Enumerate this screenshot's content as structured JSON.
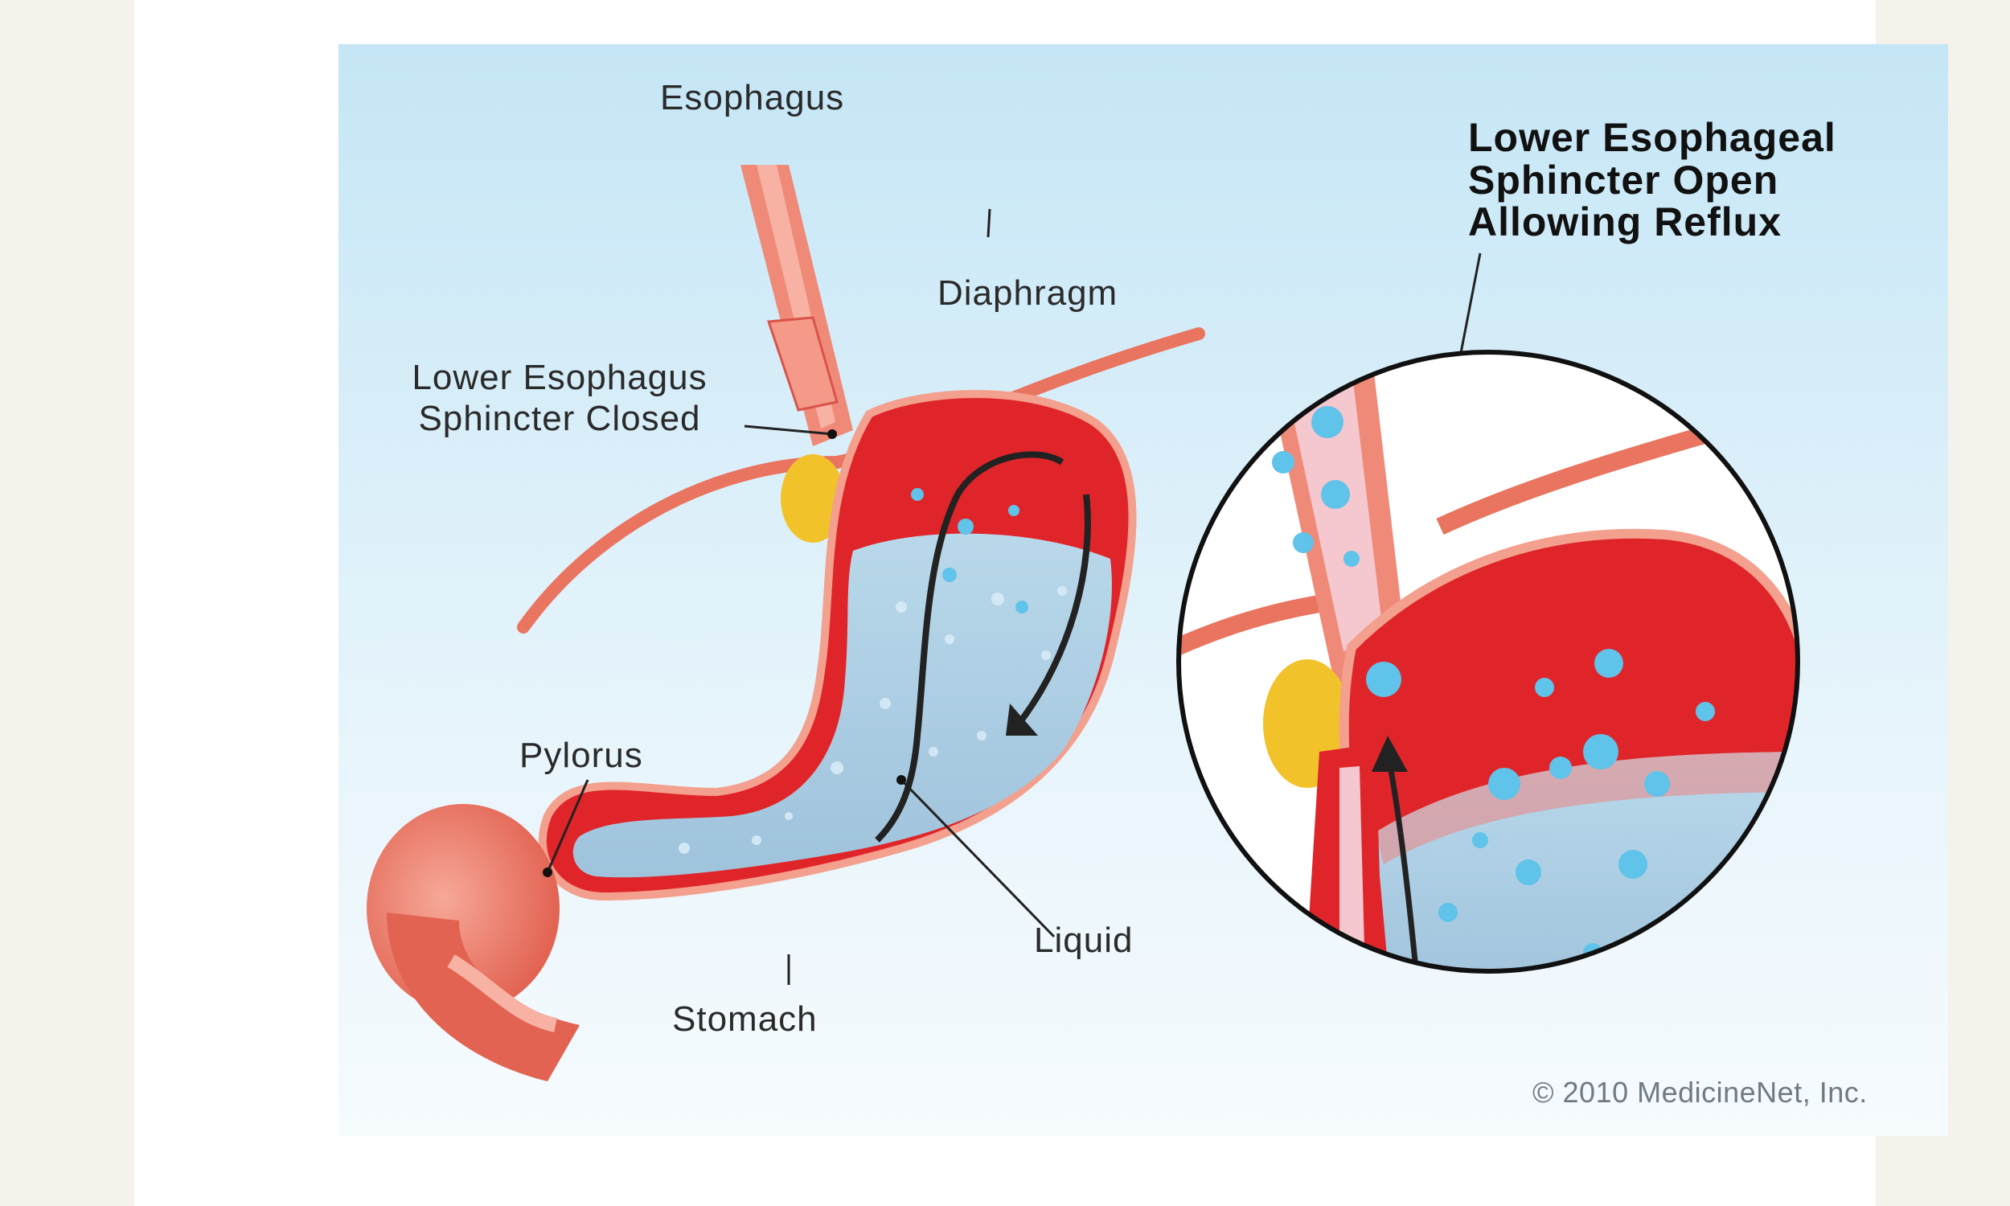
{
  "diagram": {
    "labels": {
      "esophagus": "Esophagus",
      "diaphragm": "Diaphragm",
      "les_closed_line1": "Lower Esophagus",
      "les_closed_line2": "Sphincter Closed",
      "pylorus": "Pylorus",
      "liquid": "Liquid",
      "stomach": "Stomach",
      "les_open_line1": "Lower Esophageal",
      "les_open_line2": "Sphincter Open",
      "les_open_line3": "Allowing Reflux"
    },
    "copyright": "© 2010 MedicineNet, Inc."
  },
  "colors": {
    "background_sky": "#cfe9f6",
    "tissue_red": "#e0252a",
    "muscle_salmon": "#f08a78",
    "fat_yellow": "#f2c22a",
    "liquid_blue": "#a9cbe2",
    "droplet_blue": "#5fc3ea"
  }
}
